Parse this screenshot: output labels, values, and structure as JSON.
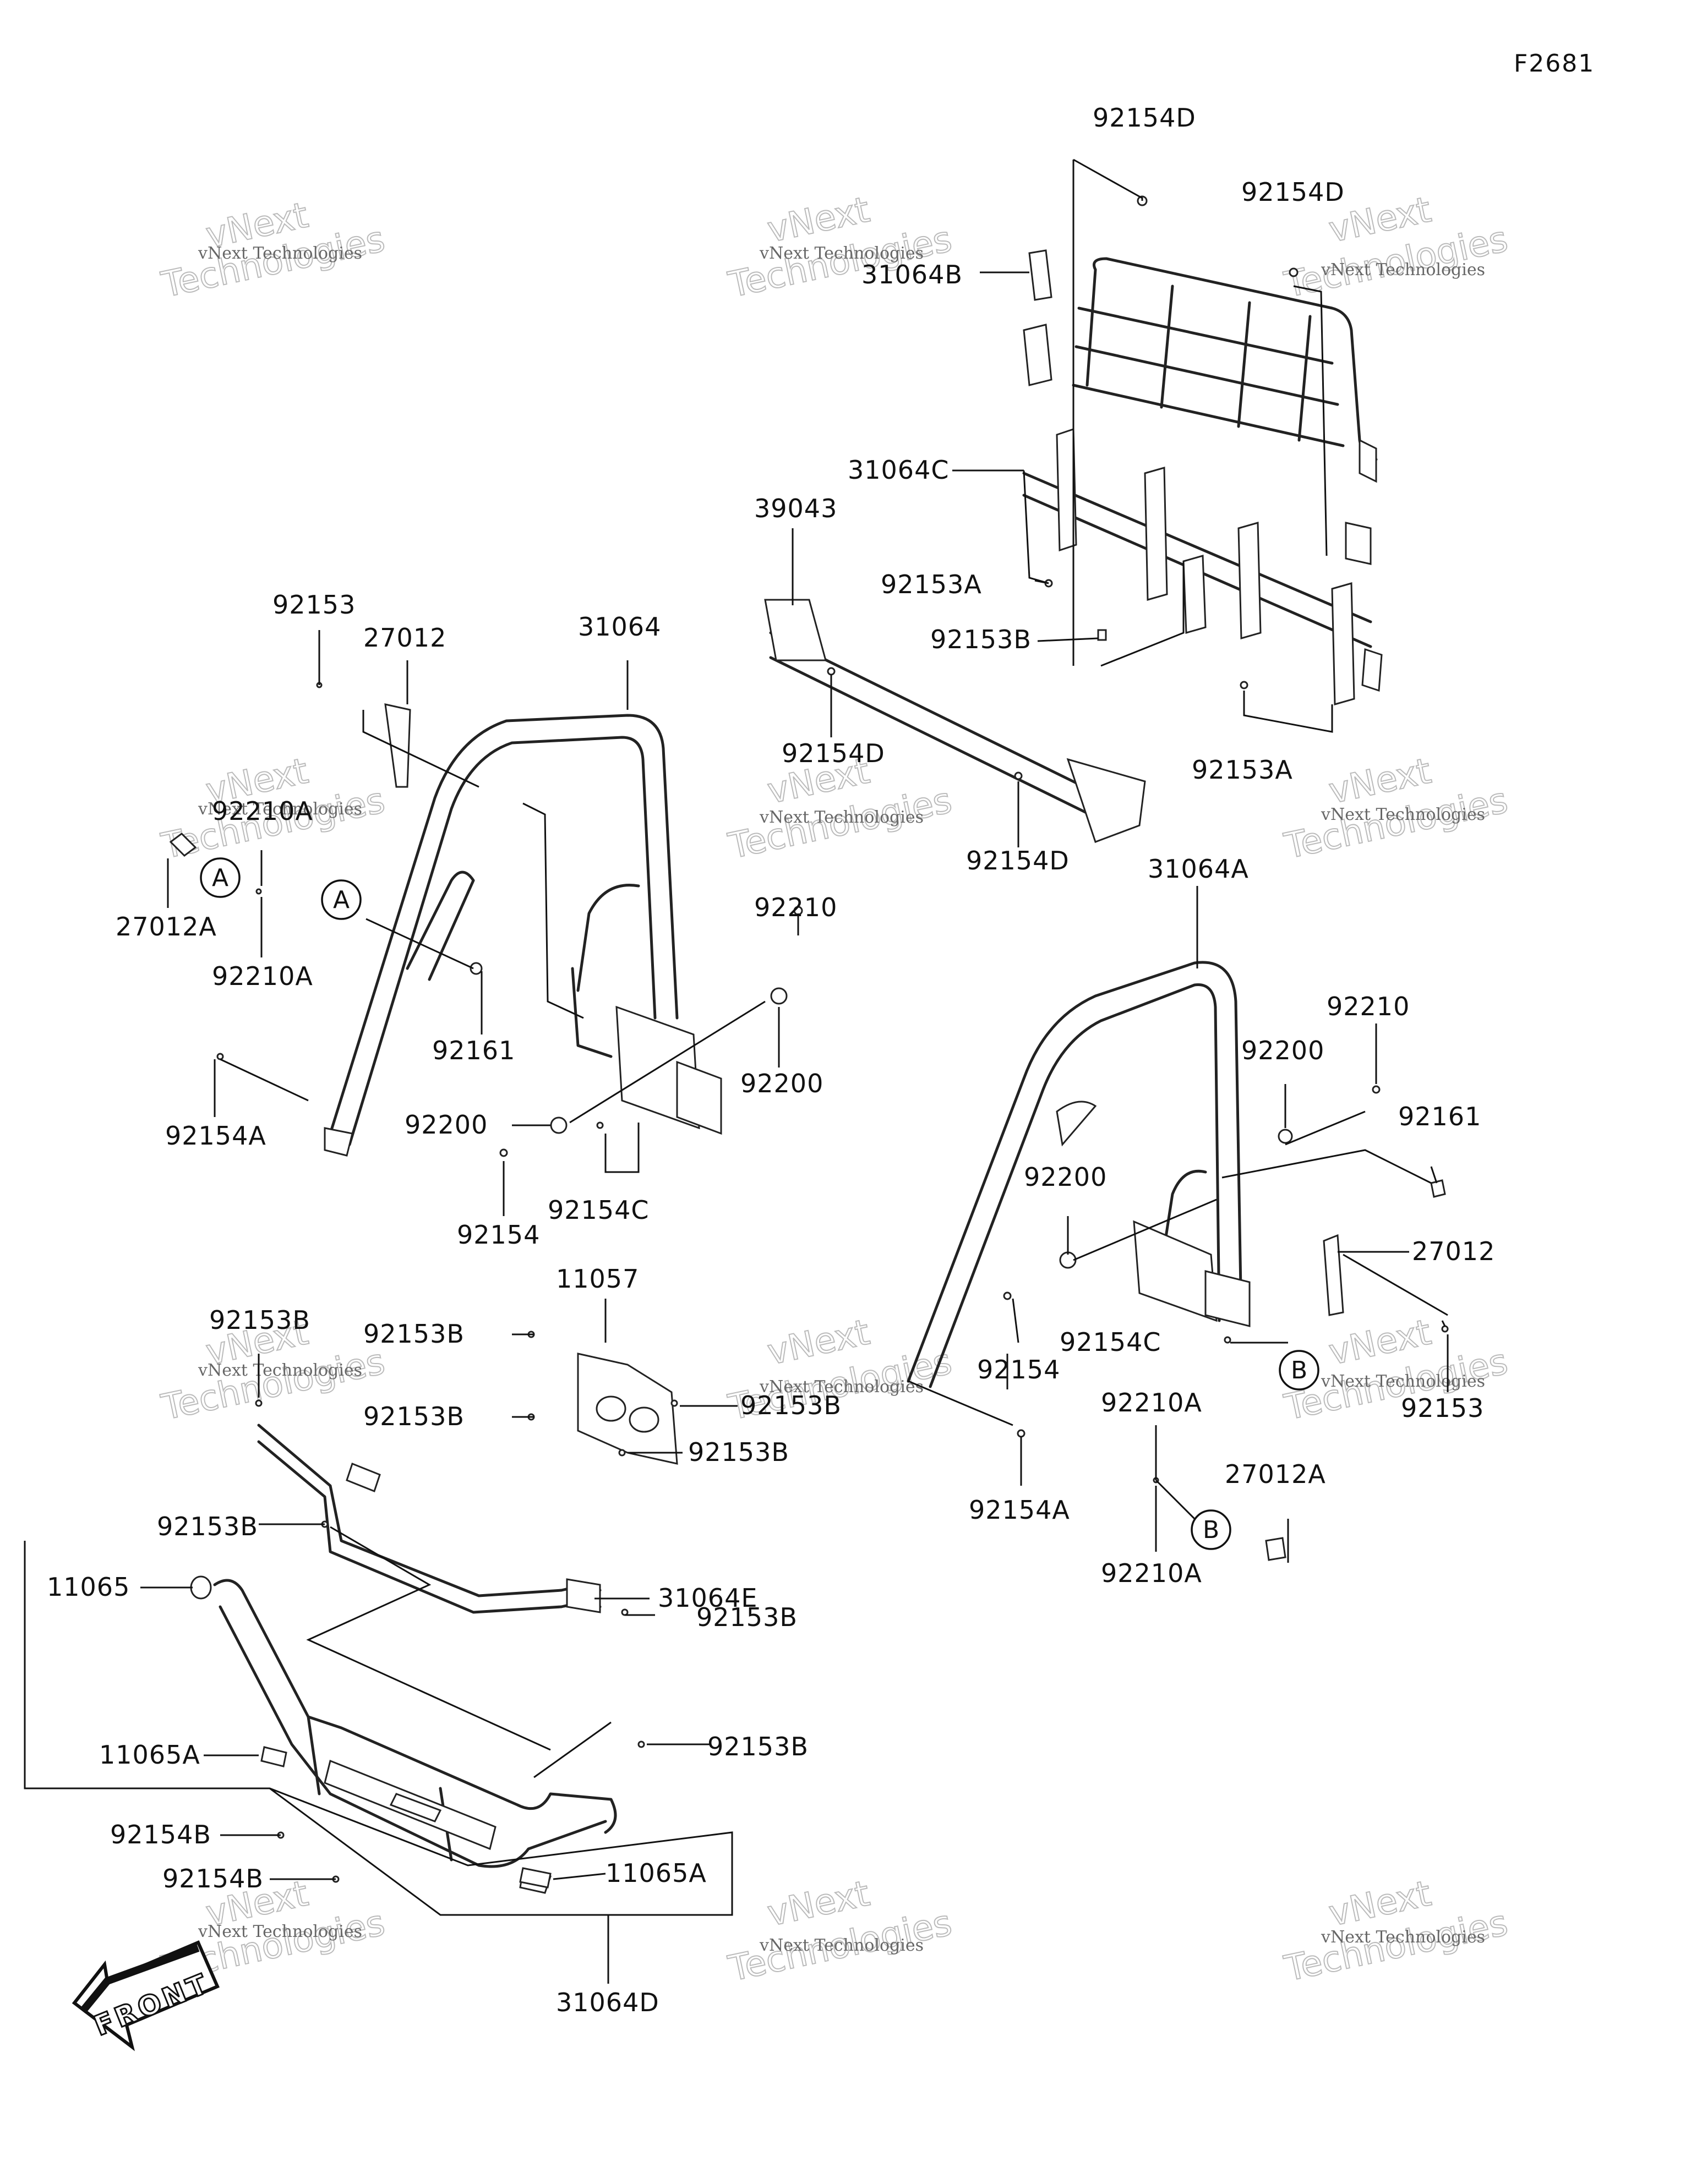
{
  "figure_code": "F2681",
  "front_label": "FRONT",
  "watermark": {
    "name": "vNext Technologies",
    "big_line1": "vNext",
    "big_line2": "Technologies"
  },
  "ref_markers": {
    "a": "A",
    "b": "B"
  },
  "part_labels": [
    "92154D",
    "92154D",
    "31064B",
    "31064C",
    "92153A",
    "92153B",
    "92153A",
    "39043",
    "92154D",
    "92154D",
    "92153",
    "27012",
    "31064",
    "92210A",
    "27012A",
    "92210A",
    "92161",
    "92154A",
    "92210",
    "92200",
    "92200",
    "92154",
    "92154C",
    "31064A",
    "92210",
    "92200",
    "92161",
    "92200",
    "27012",
    "92154",
    "92154C",
    "92153",
    "11057",
    "92153B",
    "92153B",
    "92153B",
    "92153B",
    "92153B",
    "92153B",
    "31064E",
    "92153B",
    "11065",
    "92153B",
    "11065A",
    "92154B",
    "92154B",
    "11065A",
    "31064D",
    "92154A",
    "92210A",
    "27012A",
    "92210A"
  ]
}
